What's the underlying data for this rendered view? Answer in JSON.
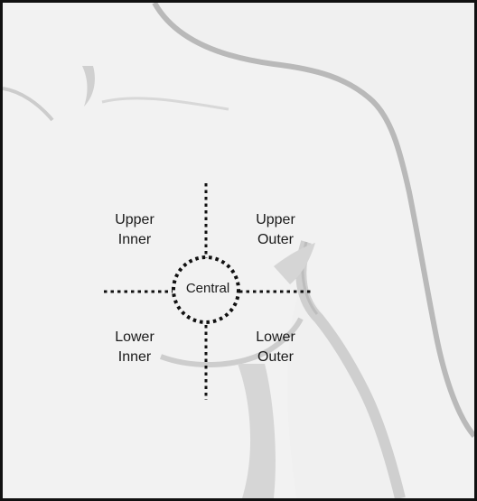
{
  "quadrants": {
    "upper_inner": {
      "line1": "Upper",
      "line2": "Inner"
    },
    "upper_outer": {
      "line1": "Upper",
      "line2": "Outer"
    },
    "lower_inner": {
      "line1": "Lower",
      "line2": "Inner"
    },
    "lower_outer": {
      "line1": "Lower",
      "line2": "Outer"
    },
    "central": "Central"
  },
  "colors": {
    "background": "#f0f0f0",
    "skin": "#f2f2f2",
    "shadow": "#d3d3d3",
    "outline": "#b9b9b9",
    "border": "#111111",
    "dots": "#111111"
  }
}
